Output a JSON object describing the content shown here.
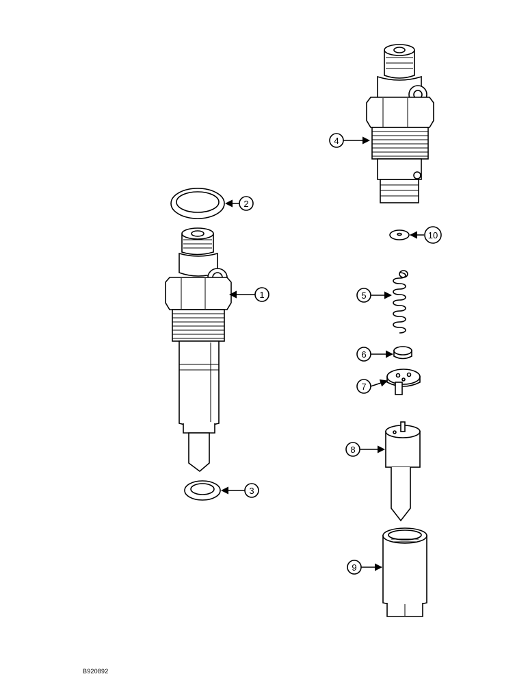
{
  "figure_code": "B920892",
  "callouts": [
    "1",
    "2",
    "3",
    "4",
    "5",
    "6",
    "7",
    "8",
    "9",
    "10"
  ],
  "parts": [
    {
      "callout": "1",
      "name": "injector-assembly"
    },
    {
      "callout": "2",
      "name": "seal-ring"
    },
    {
      "callout": "3",
      "name": "washer"
    },
    {
      "callout": "4",
      "name": "nozzle-holder-body"
    },
    {
      "callout": "5",
      "name": "spring"
    },
    {
      "callout": "6",
      "name": "spring-seat"
    },
    {
      "callout": "7",
      "name": "spacer-plate"
    },
    {
      "callout": "8",
      "name": "nozzle"
    },
    {
      "callout": "9",
      "name": "nozzle-nut"
    },
    {
      "callout": "10",
      "name": "shim"
    }
  ]
}
